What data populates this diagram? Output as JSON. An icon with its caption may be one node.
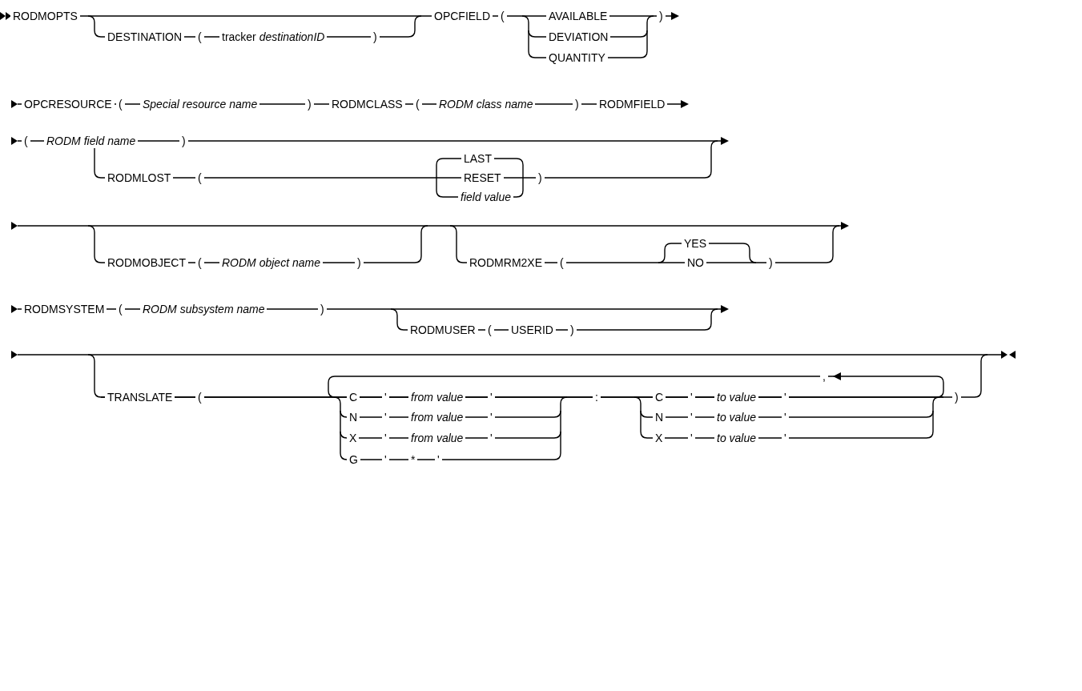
{
  "diagram": {
    "labels": [
      "RODMOPTS",
      "DESTINATION",
      "(",
      "tracker *destinationID*",
      ")",
      "OPCFIELD",
      "(",
      "AVAILABLE",
      ")",
      "DEVIATION",
      "QUANTITY",
      "OPCRESOURCE",
      "(",
      "Special resource name",
      ")",
      "RODMCLASS",
      "(",
      "RODM class name",
      ")",
      "RODMFIELD",
      "(",
      "RODM field name",
      ")",
      "LAST",
      "RODMLOST",
      "(",
      "RESET",
      ")",
      "field value",
      "RODMOBJECT",
      "(",
      "RODM object name",
      ")",
      "YES",
      "RODMRM2XE",
      "(",
      "NO",
      ")",
      "RODMSYSTEM",
      "(",
      "RODM subsystem name",
      ")",
      "RODMUSER",
      "(",
      "USERID",
      ")",
      ",",
      "TRANSLATE",
      "(",
      "C",
      "'",
      "from value",
      "'",
      ":",
      "C",
      "'",
      "to value",
      "'",
      ")",
      "N",
      "'",
      "from value",
      "'",
      "N",
      "'",
      "to value",
      "'",
      "X",
      "'",
      "from value",
      "'",
      "X",
      "'",
      "to value",
      "'",
      "G",
      "'",
      "*",
      "'"
    ]
  }
}
